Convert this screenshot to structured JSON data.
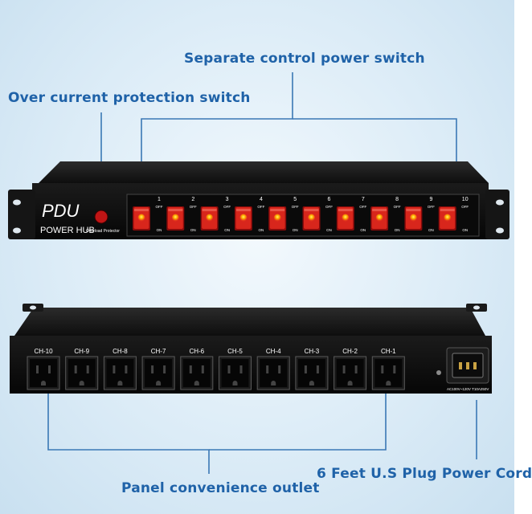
{
  "callouts": {
    "separate_switch": "Separate control power switch",
    "overcurrent_switch": "Over current protection switch",
    "power_cord": "6 Feet U.S Plug Power Cord",
    "outlet": "Panel convenience outlet"
  },
  "front_panel": {
    "brand": "PDU",
    "model": "POWER HUB",
    "protector_label": "Overload Protector",
    "switch_numbers": [
      "1",
      "2",
      "3",
      "4",
      "5",
      "6",
      "7",
      "8",
      "9",
      "10"
    ],
    "off_label": "OFF",
    "on_label": "ON"
  },
  "rear_panel": {
    "channels": [
      "CH-10",
      "CH-9",
      "CH-8",
      "CH-7",
      "CH-6",
      "CH-5",
      "CH-4",
      "CH-3",
      "CH-2",
      "CH-1"
    ],
    "inlet_rating": "AC100V~120V T10A250V"
  },
  "colors": {
    "callout_text": "#1f62a8",
    "leader_line": "#3a78b5",
    "switch_red": "#d8261c",
    "switch_glow": "#ffd21e",
    "chassis": "#121212"
  }
}
